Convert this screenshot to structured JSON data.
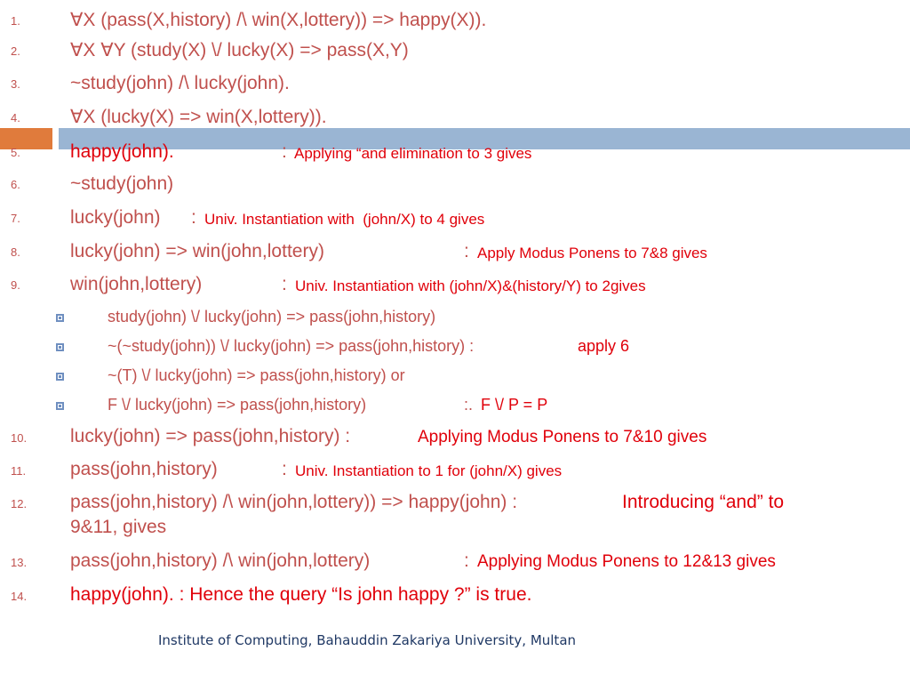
{
  "items": [
    {
      "num": "1.",
      "text": "∀X (pass(X,history) /\\ win(X,lottery)) => happy(X))."
    },
    {
      "num": "2.",
      "text": "∀X ∀Y (study(X) \\/ lucky(X) => pass(X,Y)"
    },
    {
      "num": "3.",
      "text": "~study(john) /\\ lucky(john)."
    },
    {
      "num": "4.",
      "text": "∀X (lucky(X) => win(X,lottery))."
    },
    {
      "num": "5.",
      "text": "happy(john).",
      "sep": ":",
      "note": "Applying “and elimination to 3 gives"
    },
    {
      "num": "6.",
      "text": "~study(john)"
    },
    {
      "num": "7.",
      "text": "lucky(john)",
      "sep": ":",
      "note": "Univ. Instantiation with  (john/X) to 4 gives"
    },
    {
      "num": "8.",
      "text": "lucky(john) => win(john,lottery)",
      "sep": ":",
      "note": "Apply Modus Ponens to 7&8 gives"
    },
    {
      "num": "9.",
      "text": "win(john,lottery)",
      "sep": ":",
      "note": "Univ. Instantiation with (john/X)&(history/Y) to 2gives"
    }
  ],
  "subitems": [
    {
      "text": "study(john) \\/ lucky(john) => pass(john,history)"
    },
    {
      "text": "~(~study(john)) \\/ lucky(john) => pass(john,history) :",
      "note": "apply 6"
    },
    {
      "text": "~(T) \\/ lucky(john) => pass(john,history) or"
    },
    {
      "text": "F \\/ lucky(john) => pass(john,history)",
      "sep": ":.",
      "note": "F \\/ P = P"
    }
  ],
  "items2": [
    {
      "num": "10.",
      "text": "lucky(john) => pass(john,history) :",
      "note": "Applying Modus Ponens to 7&10 gives"
    },
    {
      "num": "11.",
      "text": "pass(john,history)",
      "sep": ":",
      "note": "Univ. Instantiation to 1 for (john/X) gives"
    },
    {
      "num": "12.",
      "text": "pass(john,history) /\\ win(john,lottery)) => happy(john) :",
      "note": "Introducing “and” to",
      "cont": "9&11, gives"
    },
    {
      "num": "13.",
      "text": "pass(john,history) /\\ win(john,lottery)",
      "sep": ":",
      "note": "Applying Modus Ponens to 12&13 gives"
    },
    {
      "num": "14.",
      "text": "happy(john). : Hence the query “Is john happy ?” is true."
    }
  ],
  "footer": "Institute of Computing, Bahauddin Zakariya University, Multan",
  "colors": {
    "text": "#c0504d",
    "highlight": "#e0000a",
    "accent_orange": "#e07b3c",
    "accent_blue": "#9ab5d3"
  }
}
